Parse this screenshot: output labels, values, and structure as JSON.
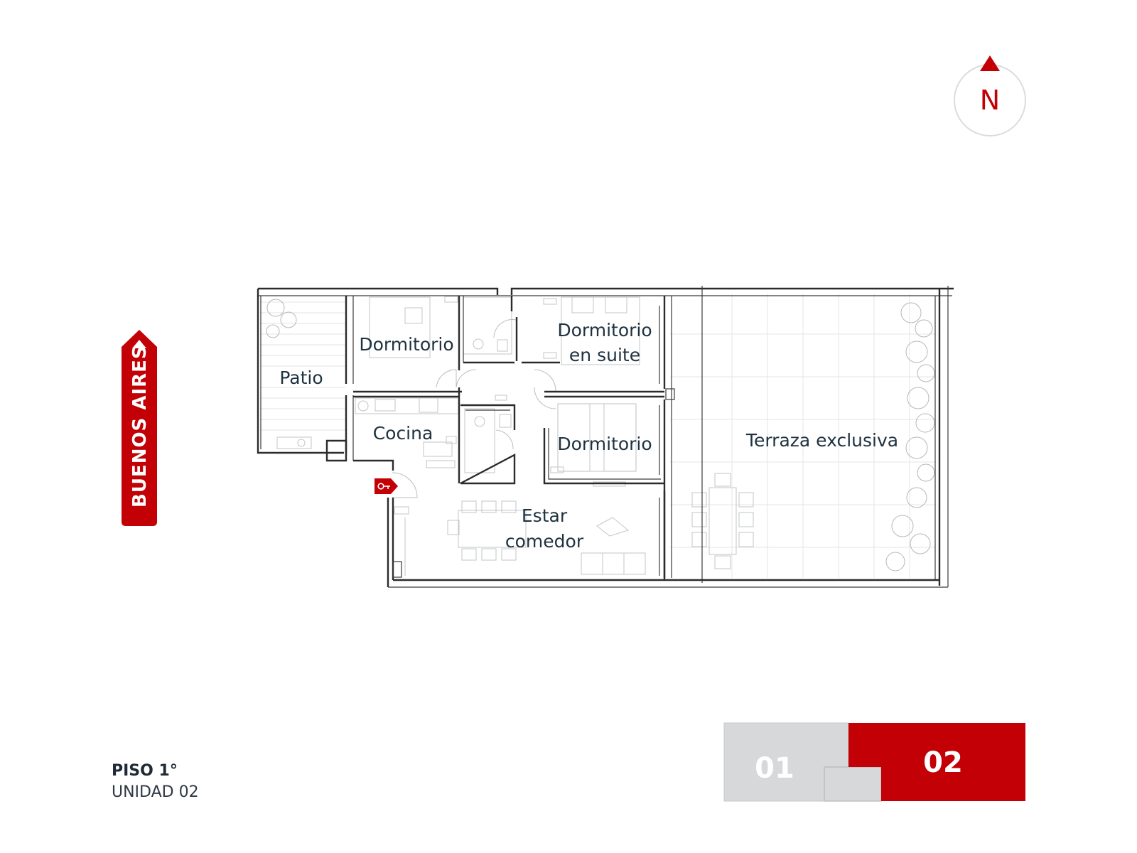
{
  "compass": {
    "label": "N"
  },
  "street": {
    "label": "BUENOS AIRES"
  },
  "rooms": {
    "patio": "Patio",
    "dormitorio_1": "Dormitorio",
    "suite_line1": "Dormitorio",
    "suite_line2": "en suite",
    "cocina": "Cocina",
    "dormitorio_2": "Dormitorio",
    "estar_line1": "Estar",
    "estar_line2": "comedor",
    "terraza": "Terraza exclusiva"
  },
  "floor": {
    "title": "PISO 1°",
    "unit": "UNIDAD 02"
  },
  "unit_selector": {
    "units": [
      {
        "label": "01",
        "active": false
      },
      {
        "label": "02",
        "active": true
      }
    ]
  },
  "colors": {
    "accent": "#c20006",
    "inactive": "#d6d8da",
    "text": "#1f2a36"
  }
}
